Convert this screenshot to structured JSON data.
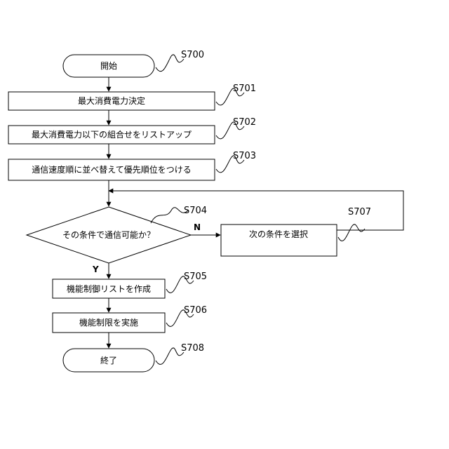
{
  "flowchart": {
    "start": {
      "label": "開始",
      "step": "S700"
    },
    "step_701": {
      "label": "最大消費電力決定",
      "step": "S701"
    },
    "step_702": {
      "label": "最大消費電力以下の組合せをリストアップ",
      "step": "S702"
    },
    "step_703": {
      "label": "通信速度順に並べ替えて優先順位をつける",
      "step": "S703"
    },
    "decision_704": {
      "label": "その条件で通信可能か？",
      "step": "S704",
      "yes_label": "Y",
      "no_label": "N"
    },
    "step_707": {
      "label": "次の条件を選択",
      "step": "S707"
    },
    "step_705": {
      "label": "機能制御リストを作成",
      "step": "S705"
    },
    "step_706": {
      "label": "機能制限を実施",
      "step": "S706"
    },
    "end": {
      "label": "終了",
      "step": "S708"
    }
  }
}
